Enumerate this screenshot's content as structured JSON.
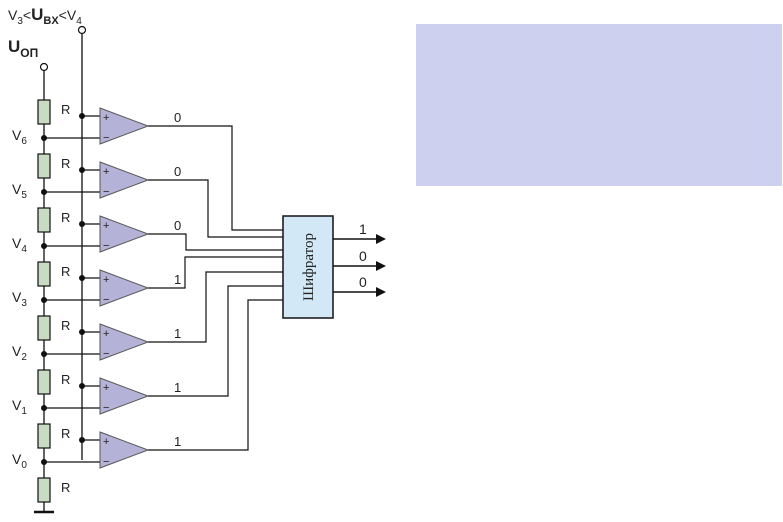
{
  "condition": {
    "v3": "V",
    "v3_sub": "3",
    "lt1": "<",
    "u": "U",
    "u_sub": "BX",
    "lt2": "<",
    "v4": "V",
    "v4_sub": "4"
  },
  "reference": {
    "u": "U",
    "sub": "ОП"
  },
  "resistor_label": "R",
  "nodes": [
    {
      "v": "V",
      "sub": "6"
    },
    {
      "v": "V",
      "sub": "5"
    },
    {
      "v": "V",
      "sub": "4"
    },
    {
      "v": "V",
      "sub": "3"
    },
    {
      "v": "V",
      "sub": "2"
    },
    {
      "v": "V",
      "sub": "1"
    },
    {
      "v": "V",
      "sub": "0"
    }
  ],
  "comparator_outputs": [
    "0",
    "0",
    "0",
    "1",
    "1",
    "1",
    "1"
  ],
  "comparator_signs": {
    "plus": "+",
    "minus": "−"
  },
  "encoder": {
    "label": "Шифратор"
  },
  "encoder_outputs": [
    "1",
    "0",
    "0"
  ],
  "colors": {
    "resistor": "#c8dcc4",
    "comparator": "#b4b2d6",
    "encoder": "#d2e8f6",
    "panel": "#cdd0ee",
    "wire": "#111111"
  }
}
